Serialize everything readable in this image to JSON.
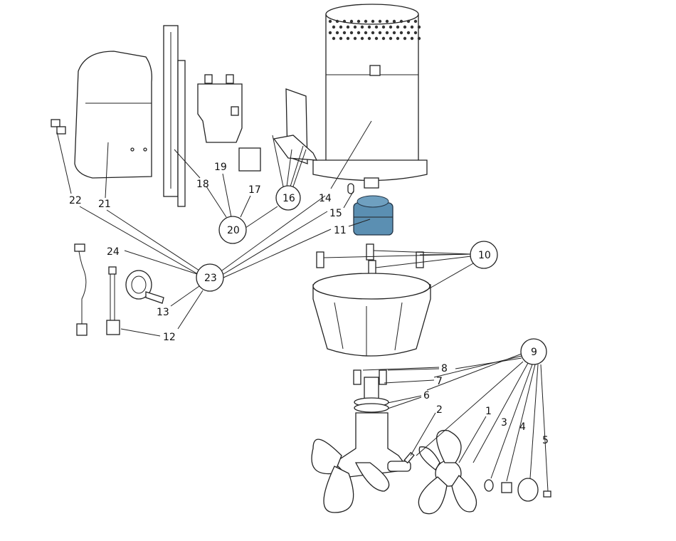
{
  "diagram": {
    "title": "Thruster exploded parts view",
    "highlight_color": "#5b8fb2",
    "callouts": [
      {
        "id": "c22",
        "text": "22"
      },
      {
        "id": "c21",
        "text": "21"
      },
      {
        "id": "c18",
        "text": "18"
      },
      {
        "id": "c19",
        "text": "19"
      },
      {
        "id": "c17",
        "text": "17"
      },
      {
        "id": "c16",
        "text": "16"
      },
      {
        "id": "c14",
        "text": "14"
      },
      {
        "id": "c15",
        "text": "15"
      },
      {
        "id": "c11",
        "text": "11"
      },
      {
        "id": "c20",
        "text": "20"
      },
      {
        "id": "c24",
        "text": "24"
      },
      {
        "id": "c23",
        "text": "23"
      },
      {
        "id": "c13",
        "text": "13"
      },
      {
        "id": "c12",
        "text": "12"
      },
      {
        "id": "c10",
        "text": "10"
      },
      {
        "id": "c9",
        "text": "9"
      },
      {
        "id": "c8",
        "text": "8"
      },
      {
        "id": "c7",
        "text": "7"
      },
      {
        "id": "c6",
        "text": "6"
      },
      {
        "id": "c2",
        "text": "2"
      },
      {
        "id": "c1",
        "text": "1"
      },
      {
        "id": "c3",
        "text": "3"
      },
      {
        "id": "c4",
        "text": "4"
      },
      {
        "id": "c5",
        "text": "5"
      }
    ]
  }
}
